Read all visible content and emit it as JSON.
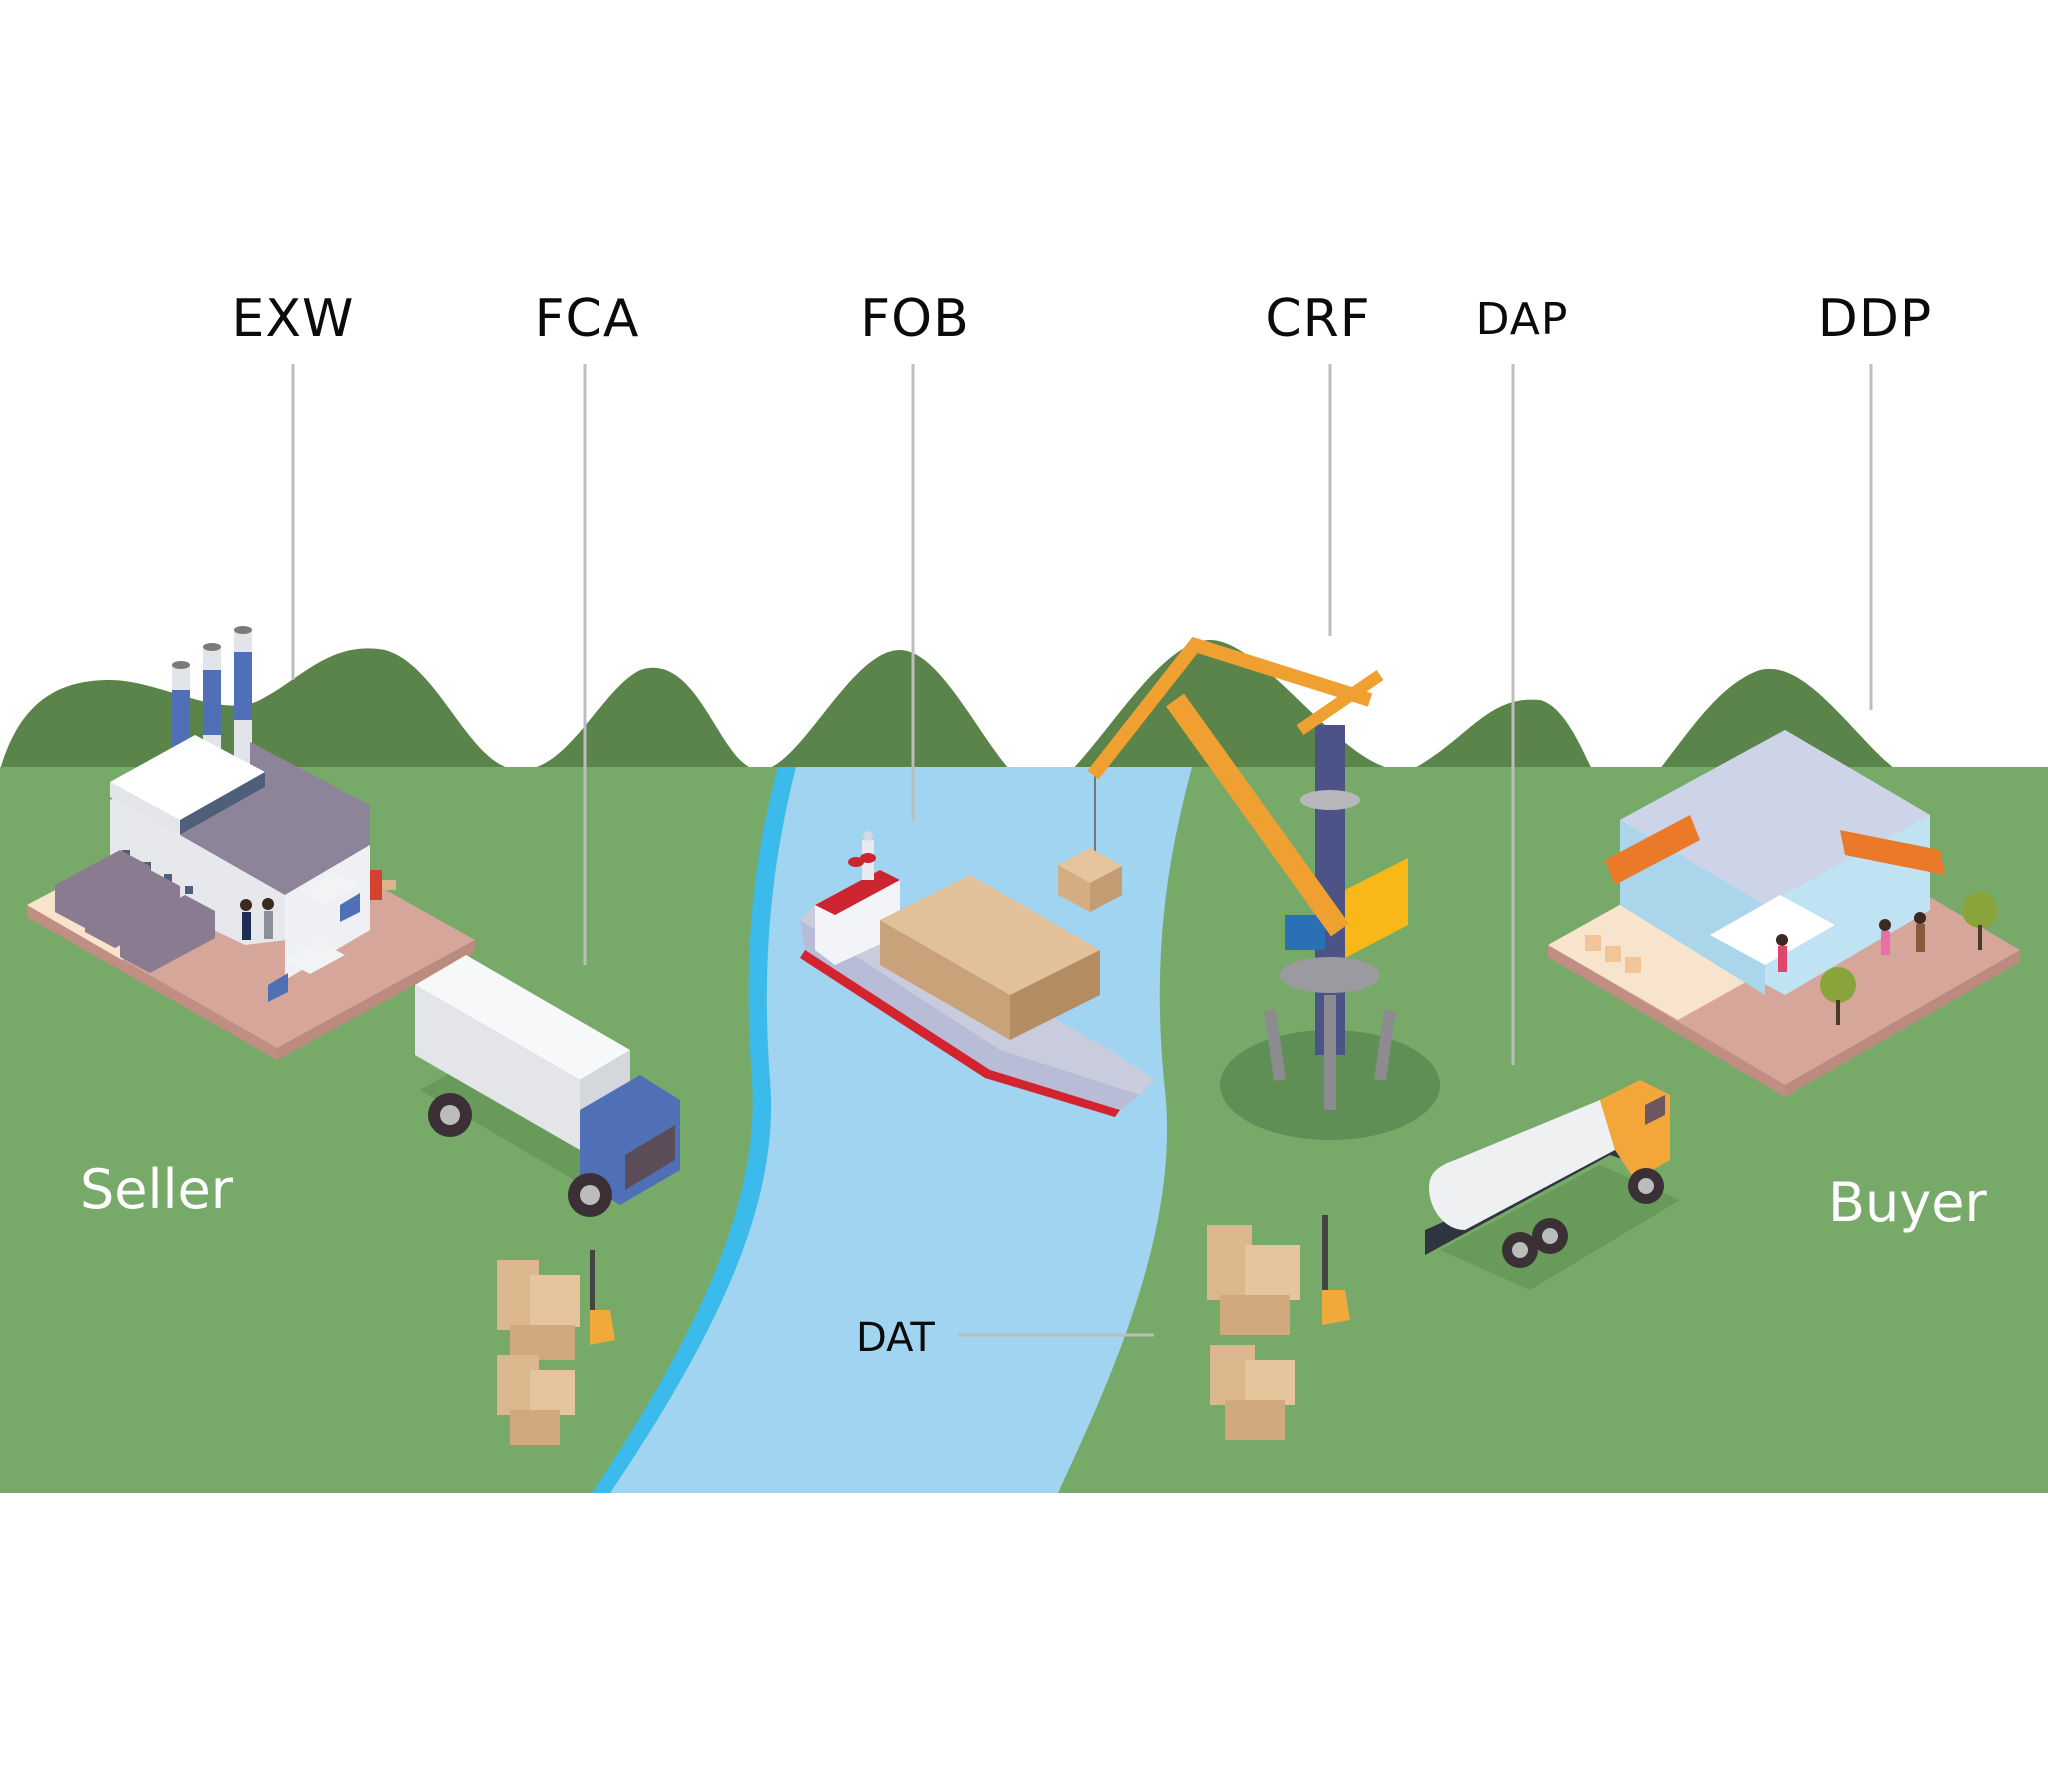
{
  "title": "Incoterms shipping responsibility illustration",
  "terms": [
    {
      "code": "EXW",
      "meaning_stage": "factory"
    },
    {
      "code": "FCA",
      "meaning_stage": "truck"
    },
    {
      "code": "FOB",
      "meaning_stage": "ship"
    },
    {
      "code": "CRF",
      "meaning_stage": "port-crane"
    },
    {
      "code": "DAP",
      "meaning_stage": "tanker-truck"
    },
    {
      "code": "DDP",
      "meaning_stage": "store"
    }
  ],
  "dat": {
    "code": "DAT"
  },
  "parties": {
    "seller": "Seller",
    "buyer": "Buyer"
  },
  "colors": {
    "background": "#ffffff",
    "hills": "#5a8449",
    "ground": "#77aa68",
    "river": "#a0d4f0",
    "river_edge": "#3bbbec",
    "leader_line": "#bdbdbd",
    "label_text": "#0b0b0b",
    "party_text": "#ffffff",
    "truck_cab_blue": "#4f6fb6",
    "tanker_cab_orange": "#f3a73a",
    "crane_orange": "#f0a031",
    "crane_mast": "#4c5487",
    "box_tan": "#dcb78e",
    "awning_orange": "#ea7a2a",
    "store_blue": "#bfe3f3"
  }
}
